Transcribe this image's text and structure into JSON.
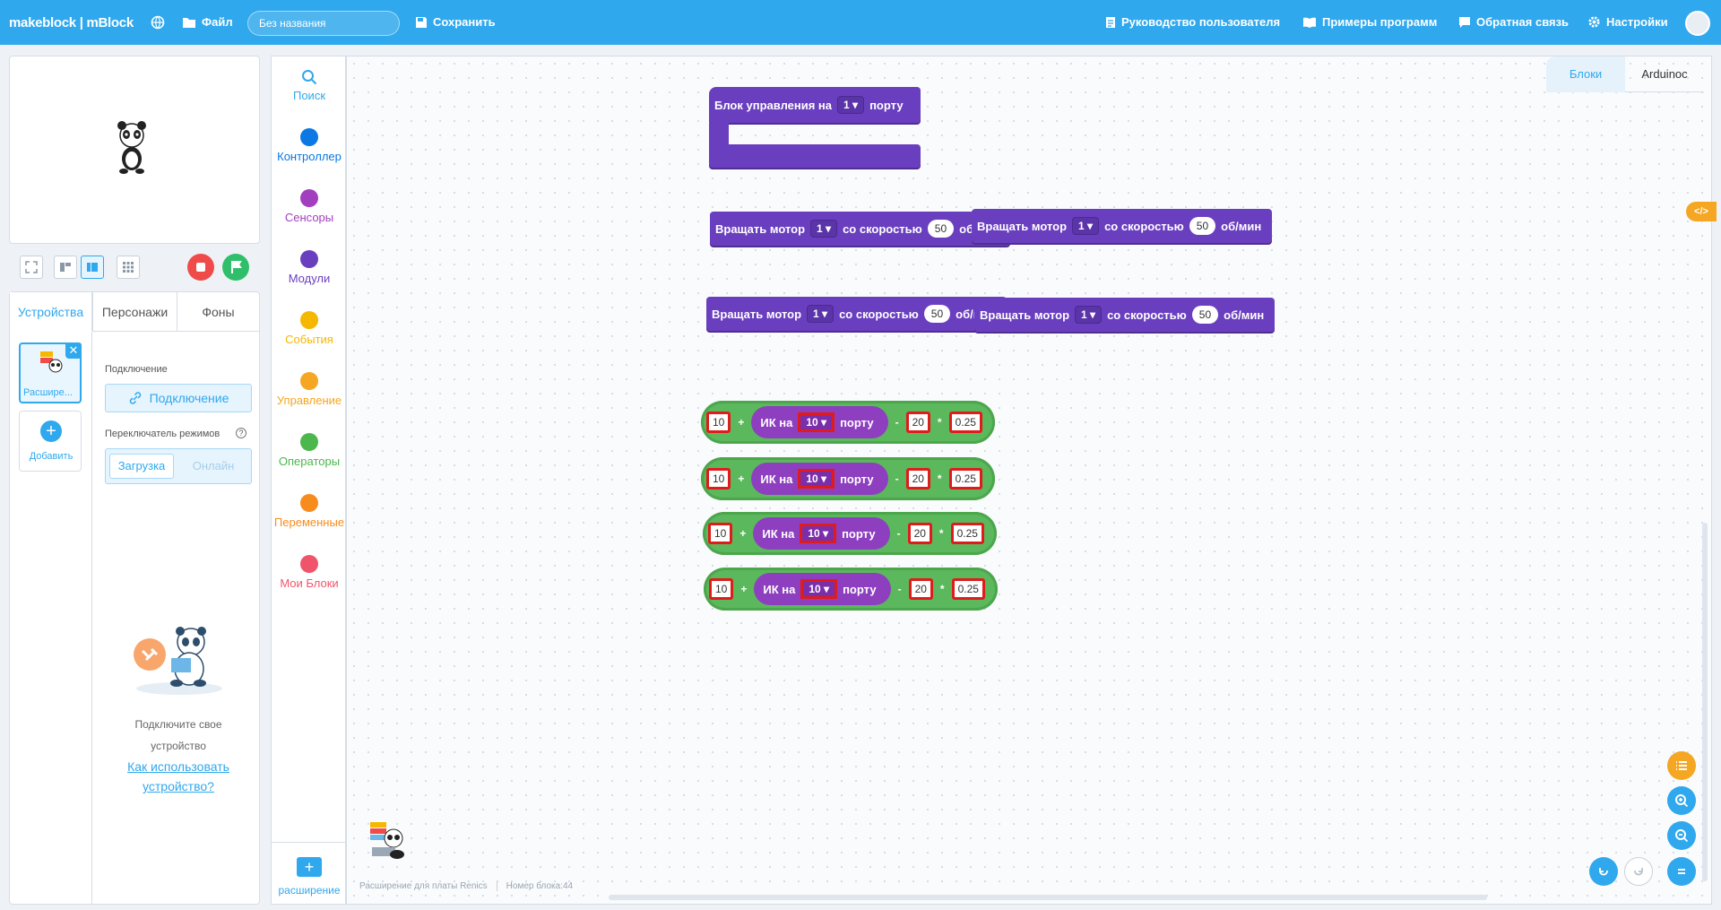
{
  "topbar": {
    "logo": "makeblock | mBlock",
    "file": "Файл",
    "project_title": "Без названия",
    "save": "Сохранить",
    "guide": "Руководство пользователя",
    "examples": "Примеры программ",
    "feedback": "Обратная связь",
    "settings": "Настройки"
  },
  "device_tabs": [
    "Устройства",
    "Персонажи",
    "Фоны"
  ],
  "device_card_label": "Расшире...",
  "add_label": "Добавить",
  "connection_title": "Подключение",
  "connect_button": "Подключение",
  "mode_switch_label": "Переключатель режимов",
  "mode_upload": "Загрузка",
  "mode_online": "Онлайн",
  "connect_hint_1": "Подключите свое",
  "connect_hint_2": "устройство",
  "connect_link_1": "Как использовать",
  "connect_link_2": "устройство?",
  "palette": [
    {
      "label": "Поиск",
      "color": "#2fa8ed"
    },
    {
      "label": "Контроллер",
      "color": "#0b78e3"
    },
    {
      "label": "Сенсоры",
      "color": "#a23fbf"
    },
    {
      "label": "Модули",
      "color": "#6a3fbf"
    },
    {
      "label": "События",
      "color": "#f5b700"
    },
    {
      "label": "Управление",
      "color": "#f5a623"
    },
    {
      "label": "Операторы",
      "color": "#4cb74c"
    },
    {
      "label": "Переменные",
      "color": "#f78c1e"
    },
    {
      "label": "Мои Блоки",
      "color": "#f0546b"
    }
  ],
  "extension_label": "расширение",
  "workspace_tabs": [
    "Блоки",
    "Arduinoc"
  ],
  "footer_status_1": "Расширение для платы Renics",
  "footer_status_2": "Номер блока:44",
  "control_block": {
    "text": "Блок управления на",
    "port": "1",
    "suffix": "порту"
  },
  "motor_blocks": [
    {
      "text": "Вращать мотор",
      "port": "1",
      "speed_label": "со скоростью",
      "speed": "50",
      "unit": "об/мин"
    },
    {
      "text": "Вращать мотор",
      "port": "1",
      "speed_label": "со скоростью",
      "speed": "50",
      "unit": "об/мин"
    },
    {
      "text": "Вращать мотор",
      "port": "1",
      "speed_label": "со скоростью",
      "speed": "50",
      "unit": "об/мин"
    },
    {
      "text": "Вращать мотор",
      "port": "1",
      "speed_label": "со скоростью",
      "speed": "50",
      "unit": "об/мин"
    }
  ],
  "ir_blocks": [
    {
      "a": "10",
      "plus": "+",
      "ir": "ИК на",
      "port": "10",
      "port_word": "порту",
      "minus": "-",
      "b": "20",
      "mul": "*",
      "c": "0.25"
    },
    {
      "a": "10",
      "plus": "+",
      "ir": "ИК на",
      "port": "10",
      "port_word": "порту",
      "minus": "-",
      "b": "20",
      "mul": "*",
      "c": "0.25"
    },
    {
      "a": "10",
      "plus": "+",
      "ir": "ИК на",
      "port": "10",
      "port_word": "порту",
      "minus": "-",
      "b": "20",
      "mul": "*",
      "c": "0.25"
    },
    {
      "a": "10",
      "plus": "+",
      "ir": "ИК на",
      "port": "10",
      "port_word": "порту",
      "minus": "-",
      "b": "20",
      "mul": "*",
      "c": "0.25"
    }
  ]
}
